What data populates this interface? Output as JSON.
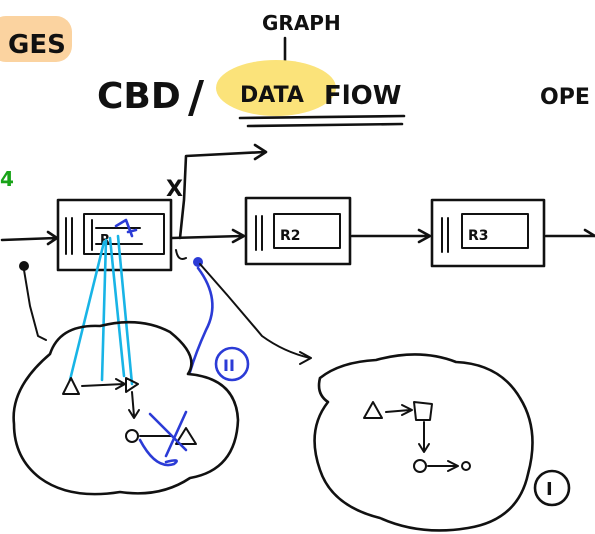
{
  "labels": {
    "top_left": "GES",
    "graph": "GRAPH",
    "cbd": "CBD",
    "slash": "/",
    "data": "DATA",
    "flow": "FlOW",
    "right_cut": "OPE",
    "x_mark": "X",
    "green_mark": "4",
    "box1_label": "R",
    "box2_label": "R2",
    "box3_label": "R3",
    "circle_blue": "II",
    "circle_black": "I"
  },
  "colors": {
    "ink": "#111111",
    "highlight": "#fbe37a",
    "orange_tag": "#fbd3a0",
    "cyan_lines": "#18b4e6",
    "blue_annotations": "#2b3bd6",
    "green_mark": "#19a319"
  }
}
